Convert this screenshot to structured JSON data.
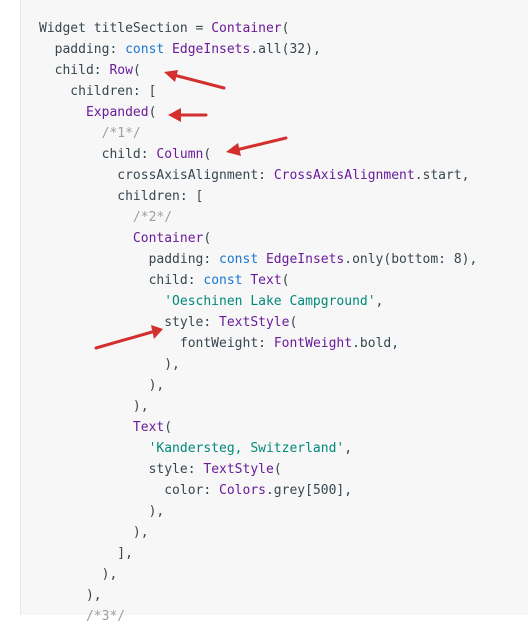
{
  "code_lines": [
    [
      {
        "t": "Widget titleSection = ",
        "c": "plain"
      },
      {
        "t": "Container",
        "c": "type"
      },
      {
        "t": "(",
        "c": "plain"
      }
    ],
    [
      {
        "t": "  padding: ",
        "c": "plain"
      },
      {
        "t": "const",
        "c": "kw"
      },
      {
        "t": " EdgeInsets",
        "c": "type"
      },
      {
        "t": ".all(32),",
        "c": "plain"
      }
    ],
    [
      {
        "t": "  child: ",
        "c": "plain"
      },
      {
        "t": "Row",
        "c": "type"
      },
      {
        "t": "(",
        "c": "plain"
      }
    ],
    [
      {
        "t": "    children: [",
        "c": "plain"
      }
    ],
    [
      {
        "t": "      ",
        "c": "plain"
      },
      {
        "t": "Expanded",
        "c": "type"
      },
      {
        "t": "(",
        "c": "plain"
      }
    ],
    [
      {
        "t": "        /*1*/",
        "c": "cm"
      }
    ],
    [
      {
        "t": "        child: ",
        "c": "plain"
      },
      {
        "t": "Column",
        "c": "type"
      },
      {
        "t": "(",
        "c": "plain"
      }
    ],
    [
      {
        "t": "          crossAxisAlignment: ",
        "c": "plain"
      },
      {
        "t": "CrossAxisAlignment",
        "c": "type"
      },
      {
        "t": ".start,",
        "c": "plain"
      }
    ],
    [
      {
        "t": "          children: [",
        "c": "plain"
      }
    ],
    [
      {
        "t": "            /*2*/",
        "c": "cm"
      }
    ],
    [
      {
        "t": "            ",
        "c": "plain"
      },
      {
        "t": "Container",
        "c": "type"
      },
      {
        "t": "(",
        "c": "plain"
      }
    ],
    [
      {
        "t": "              padding: ",
        "c": "plain"
      },
      {
        "t": "const",
        "c": "kw"
      },
      {
        "t": " EdgeInsets",
        "c": "type"
      },
      {
        "t": ".only(bottom: 8),",
        "c": "plain"
      }
    ],
    [
      {
        "t": "              child: ",
        "c": "plain"
      },
      {
        "t": "const",
        "c": "kw"
      },
      {
        "t": " Text",
        "c": "type"
      },
      {
        "t": "(",
        "c": "plain"
      }
    ],
    [
      {
        "t": "                'Oeschinen Lake Campground'",
        "c": "str"
      },
      {
        "t": ",",
        "c": "plain"
      }
    ],
    [
      {
        "t": "                style: ",
        "c": "plain"
      },
      {
        "t": "TextStyle",
        "c": "type"
      },
      {
        "t": "(",
        "c": "plain"
      }
    ],
    [
      {
        "t": "                  fontWeight: ",
        "c": "plain"
      },
      {
        "t": "FontWeight",
        "c": "type"
      },
      {
        "t": ".bold,",
        "c": "plain"
      }
    ],
    [
      {
        "t": "                ),",
        "c": "plain"
      }
    ],
    [
      {
        "t": "              ),",
        "c": "plain"
      }
    ],
    [
      {
        "t": "            ),",
        "c": "plain"
      }
    ],
    [
      {
        "t": "            ",
        "c": "plain"
      },
      {
        "t": "Text",
        "c": "type"
      },
      {
        "t": "(",
        "c": "plain"
      }
    ],
    [
      {
        "t": "              'Kandersteg, Switzerland'",
        "c": "str"
      },
      {
        "t": ",",
        "c": "plain"
      }
    ],
    [
      {
        "t": "              style: ",
        "c": "plain"
      },
      {
        "t": "TextStyle",
        "c": "type"
      },
      {
        "t": "(",
        "c": "plain"
      }
    ],
    [
      {
        "t": "                color: ",
        "c": "plain"
      },
      {
        "t": "Colors",
        "c": "type"
      },
      {
        "t": ".grey[500],",
        "c": "plain"
      }
    ],
    [
      {
        "t": "              ),",
        "c": "plain"
      }
    ],
    [
      {
        "t": "            ),",
        "c": "plain"
      }
    ],
    [
      {
        "t": "          ],",
        "c": "plain"
      }
    ],
    [
      {
        "t": "        ),",
        "c": "plain"
      }
    ],
    [
      {
        "t": "      ),",
        "c": "plain"
      }
    ],
    [
      {
        "t": "      /*3*/",
        "c": "cm"
      }
    ]
  ],
  "colors": {
    "arrow": "#d32f2f",
    "type": "#6a1b9a",
    "keyword": "#1976d2",
    "string": "#00897b",
    "comment": "#9e9e9e",
    "text": "#37474f",
    "panel": "#f7f7f7"
  },
  "annotations": {
    "arrow_count": 4
  }
}
